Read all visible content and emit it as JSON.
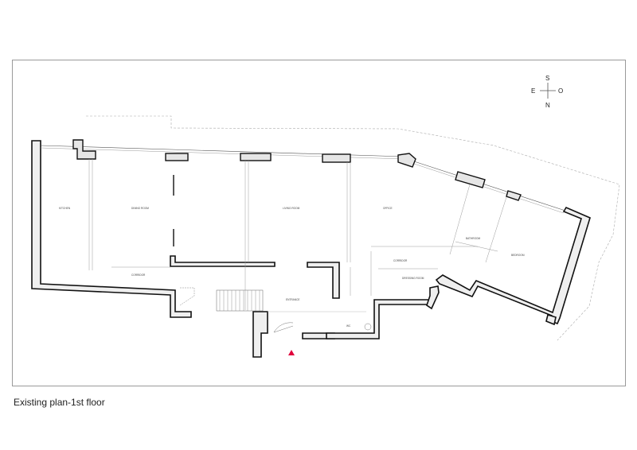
{
  "caption": "Existing plan-1st floor",
  "compass": {
    "top": "S",
    "bottom": "N",
    "left": "E",
    "right": "O"
  },
  "rooms": {
    "kitchen": "KITCHEN",
    "dining": "DINING ROOM",
    "corridor_left": "CORRIDOR",
    "living": "LIVING ROOM",
    "office": "OFFICE",
    "entrance": "ENTRANCE",
    "bathroom": "BATHROOM",
    "bedroom": "BEDROOM",
    "corridor_right": "CORRIDOR",
    "dressing": "DRESSING ROOM",
    "wc": "WC"
  },
  "colors": {
    "entrance_marker": "#e0003c",
    "wall_fill": "#efefef",
    "frame": "#9a9a9a"
  }
}
